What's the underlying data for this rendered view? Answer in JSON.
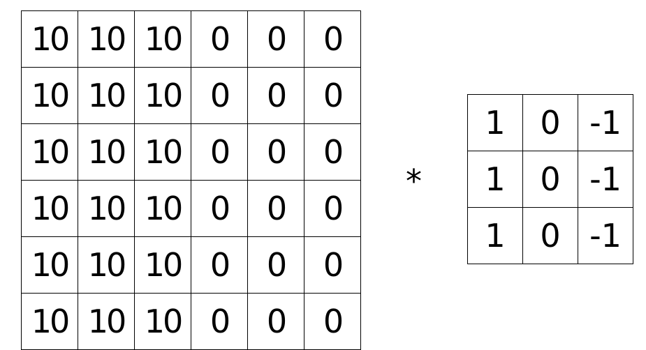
{
  "input_matrix": {
    "rows": [
      [
        "10",
        "10",
        "10",
        "0",
        "0",
        "0"
      ],
      [
        "10",
        "10",
        "10",
        "0",
        "0",
        "0"
      ],
      [
        "10",
        "10",
        "10",
        "0",
        "0",
        "0"
      ],
      [
        "10",
        "10",
        "10",
        "0",
        "0",
        "0"
      ],
      [
        "10",
        "10",
        "10",
        "0",
        "0",
        "0"
      ],
      [
        "10",
        "10",
        "10",
        "0",
        "0",
        "0"
      ]
    ]
  },
  "operator": "*",
  "filter_matrix": {
    "rows": [
      [
        "1",
        "0",
        "-1"
      ],
      [
        "1",
        "0",
        "-1"
      ],
      [
        "1",
        "0",
        "-1"
      ]
    ]
  }
}
